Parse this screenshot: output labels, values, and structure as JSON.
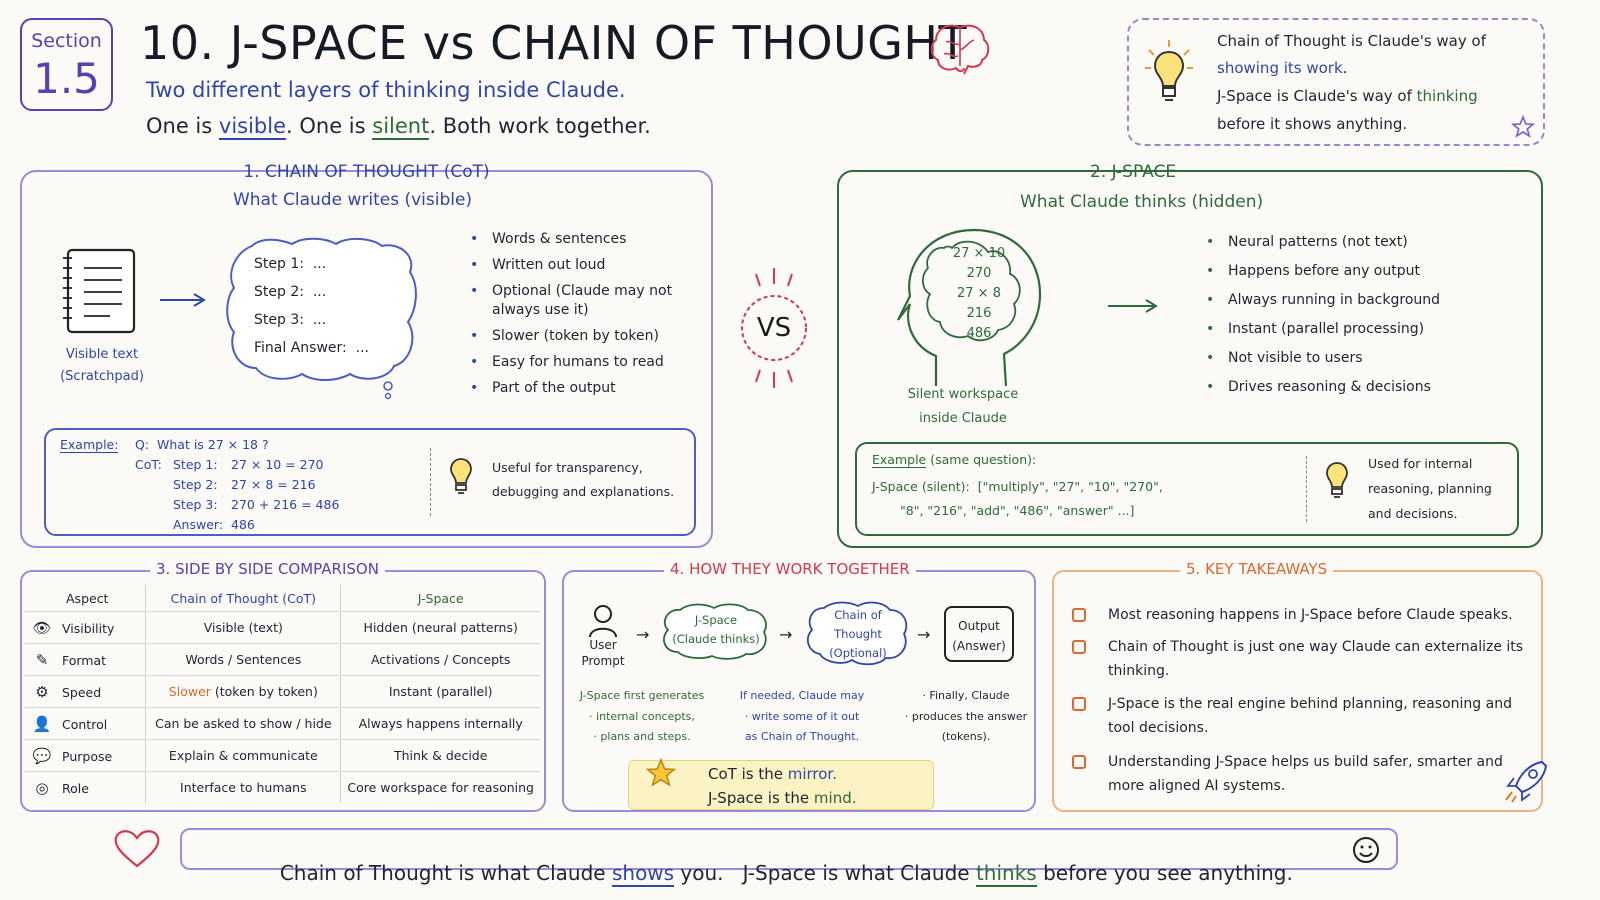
{
  "header": {
    "section_label": "Section",
    "section_number": "1.5",
    "title": "10. J-SPACE vs CHAIN OF THOUGHT",
    "subtitle": "Two different layers of thinking inside Claude.",
    "tagline": {
      "p1": "One is ",
      "w1": "visible",
      "p2": ". One is ",
      "w2": "silent",
      "p3": ". Both work together."
    },
    "callout": {
      "l1a": "Chain of Thought is Claude's way of",
      "l1b": "showing its work",
      "l1c": ".",
      "l2a": "J-Space is Claude's way of ",
      "l2b": "thinking",
      "l2c": "before it shows anything."
    }
  },
  "cot": {
    "title": "1. CHAIN OF THOUGHT (CoT)",
    "subtitle": "What Claude writes (visible)",
    "notebook_label_1": "Visible text",
    "notebook_label_2": "(Scratchpad)",
    "steps": [
      "Step 1:  ...",
      "Step 2:  ...",
      "Step 3:  ...",
      "Final Answer:  ..."
    ],
    "bullets": [
      "Words & sentences",
      "Written out loud",
      "Optional (Claude may not always use it)",
      "Slower (token by token)",
      "Easy for humans to read",
      "Part of the output"
    ],
    "example": {
      "label": "Example:",
      "q": "Q:  What is 27 × 18 ?",
      "cot_prefix": "CoT:",
      "lines": [
        {
          "step": "Step 1:",
          "expr": "27 × 10 = 270"
        },
        {
          "step": "Step 2:",
          "expr": "27 × 8 = 216"
        },
        {
          "step": "Step 3:",
          "expr": "270 + 216 = 486"
        }
      ],
      "answer_label": "Answer:",
      "answer": "486",
      "note_1": "Useful for transparency,",
      "note_2": "debugging and explanations."
    }
  },
  "vs_label": "VS",
  "jspace": {
    "title": "2. J-SPACE",
    "subtitle": "What Claude thinks (hidden)",
    "head_values": [
      "27 × 10",
      "270",
      "27 × 8",
      "216",
      "486"
    ],
    "head_label_1": "Silent workspace",
    "head_label_2": "inside Claude",
    "bullets": [
      "Neural patterns (not text)",
      "Happens before any output",
      "Always running in background",
      "Instant (parallel processing)",
      "Not visible to users",
      "Drives reasoning & decisions"
    ],
    "example": {
      "label": "Example",
      "label_rest": "(same question):",
      "line_1": "J-Space (silent):  [\"multiply\", \"27\", \"10\", \"270\",",
      "line_2": "\"8\", \"216\", \"add\", \"486\", \"answer\" ...]",
      "note_1": "Used for internal",
      "note_2": "reasoning, planning",
      "note_3": "and decisions."
    }
  },
  "comparison": {
    "title": "3. SIDE BY SIDE COMPARISON",
    "headers": [
      "Aspect",
      "Chain of Thought (CoT)",
      "J-Space"
    ],
    "rows": [
      {
        "icon": "eye-icon",
        "glyph": "👁",
        "aspect": "Visibility",
        "cot": "Visible (text)",
        "js": "Hidden (neural patterns)"
      },
      {
        "icon": "pencil-icon",
        "glyph": "✎",
        "aspect": "Format",
        "cot": "Words / Sentences",
        "js": "Activations / Concepts"
      },
      {
        "icon": "gear-icon",
        "glyph": "⚙",
        "aspect": "Speed",
        "cot": "Slower (token by token)",
        "js": "Instant (parallel)"
      },
      {
        "icon": "person-icon",
        "glyph": "👤",
        "aspect": "Control",
        "cot": "Can be asked to show / hide",
        "js": "Always happens internally"
      },
      {
        "icon": "chat-icon",
        "glyph": "💬",
        "aspect": "Purpose",
        "cot": "Explain & communicate",
        "js": "Think & decide"
      },
      {
        "icon": "target-icon",
        "glyph": "◎",
        "aspect": "Role",
        "cot": "Interface to humans",
        "js": "Core workspace for reasoning"
      }
    ]
  },
  "together": {
    "title": "4. HOW THEY WORK TOGETHER",
    "user_1": "User",
    "user_2": "Prompt",
    "js_cloud_1": "J-Space",
    "js_cloud_2": "(Claude thinks)",
    "cot_cloud_1": "Chain of",
    "cot_cloud_2": "Thought",
    "cot_cloud_3": "(Optional)",
    "output_1": "Output",
    "output_2": "(Answer)",
    "desc_js": [
      "J-Space first generates",
      "· internal concepts,",
      "· plans and steps."
    ],
    "desc_cot": [
      "If needed, Claude may",
      "· write some of it out",
      "as Chain of Thought."
    ],
    "desc_out": [
      "· Finally, Claude",
      "· produces the answer",
      "(tokens)."
    ],
    "mirror_a": "CoT is the ",
    "mirror_b": "mirror",
    "mirror_c": ".",
    "mind_a": "J-Space is the ",
    "mind_b": "mind",
    "mind_c": "."
  },
  "takeaways": {
    "title": "5. KEY TAKEAWAYS",
    "items": [
      "Most reasoning happens in J-Space before Claude speaks.",
      "Chain of Thought is just one way Claude can externalize its thinking.",
      "J-Space is the real engine behind planning, reasoning and tool decisions.",
      "Understanding J-Space helps us build safer, smarter and more aligned AI systems."
    ]
  },
  "footer": {
    "a": "Chain of Thought is what Claude ",
    "b": "shows",
    "c": " you.   J-Space is what Claude ",
    "d": "thinks",
    "e": " before you see anything."
  },
  "colors": {
    "purple": "#5a3fb0",
    "blue": "#2f46a8",
    "green": "#2e6b3a",
    "orange": "#d9692e",
    "red": "#d03a4e"
  }
}
